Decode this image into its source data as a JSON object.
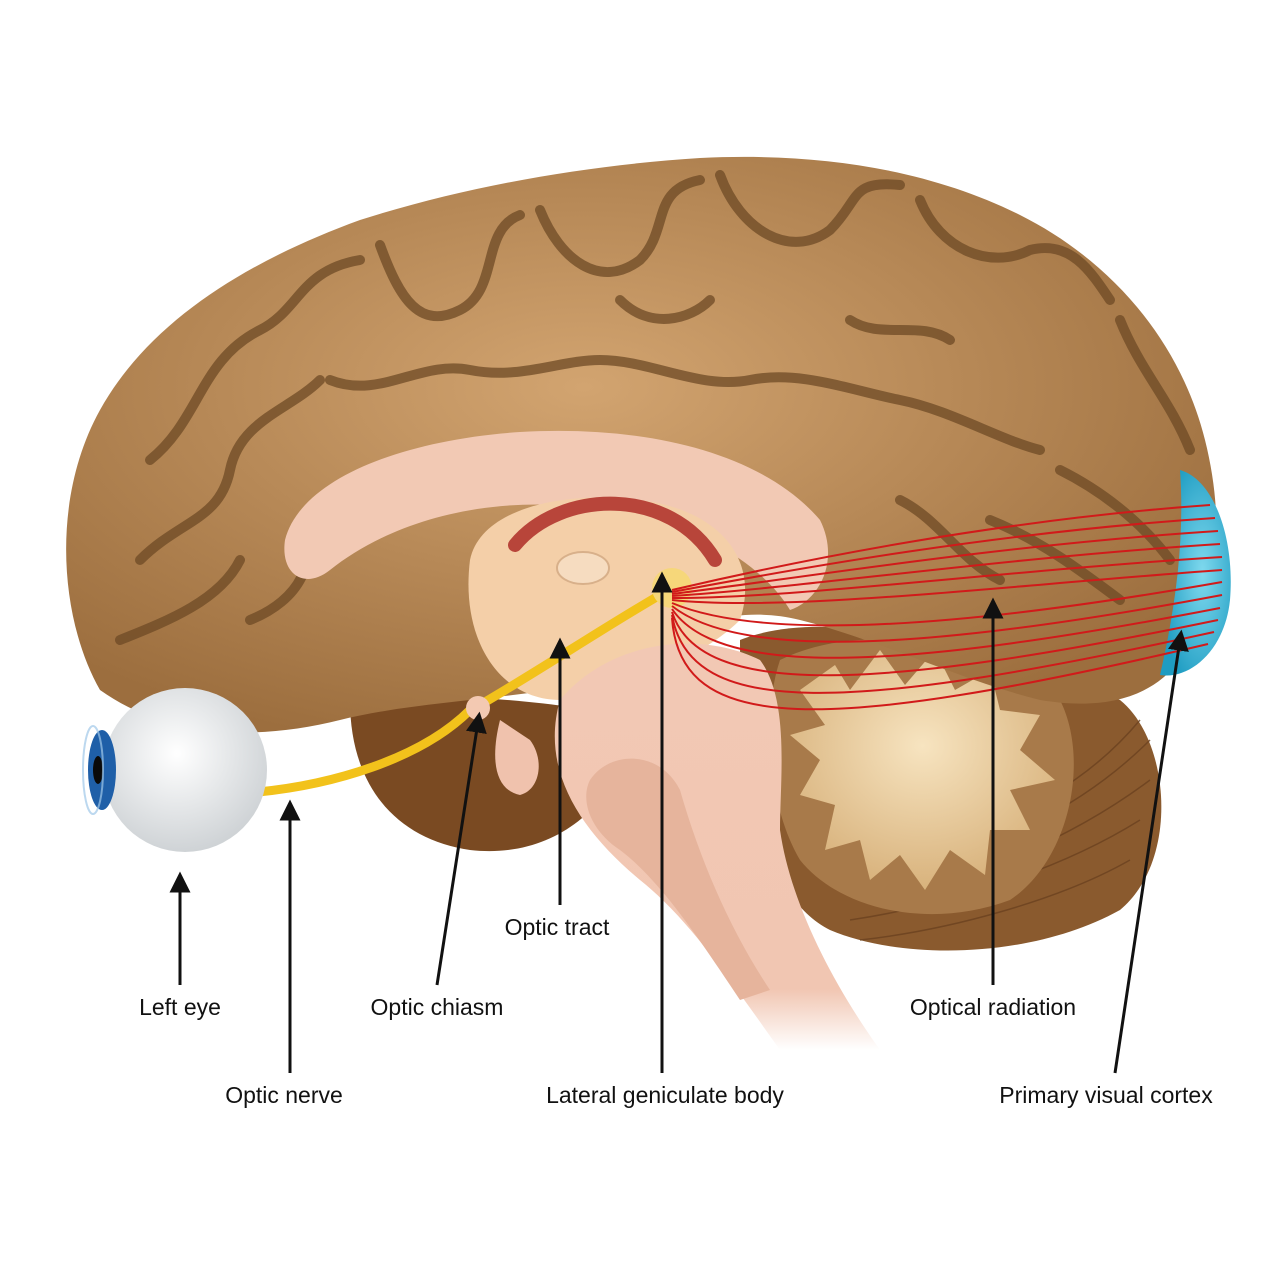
{
  "labels": {
    "left_eye": "Left eye",
    "optic_nerve": "Optic nerve",
    "optic_chiasm": "Optic chiasm",
    "optic_tract": "Optic tract",
    "lateral_geniculate_body": "Lateral geniculate body",
    "optical_radiation": "Optical radiation",
    "primary_visual_cortex": "Primary visual cortex"
  },
  "colors": {
    "cortex": "#b98c5a",
    "sulcus": "#6e4a25",
    "corpus_callosum": "#f2c9b4",
    "brainstem": "#f0c4b0",
    "cerebellum": "#8a5a2e",
    "visual_pathway": "#f2c21b",
    "radiation_fibers": "#d11a1a",
    "visual_cortex": "#38b8d8",
    "eye_iris": "#1f5fa8"
  }
}
